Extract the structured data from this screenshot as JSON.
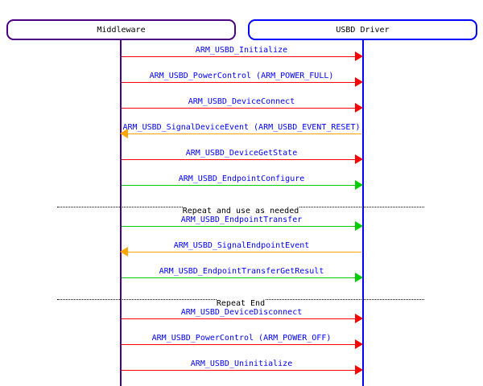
{
  "diagram": {
    "type": "sequence",
    "label_color": "#0000ff",
    "divider_text_color": "#000000",
    "participants": [
      {
        "name": "Middleware",
        "color": "#4b0082"
      },
      {
        "name": "USBD Driver",
        "color": "#0000ff"
      }
    ],
    "messages": [
      {
        "kind": "message",
        "label": "ARM_USBD_Initialize",
        "from": "Middleware",
        "to": "USBD Driver",
        "direction": "right",
        "color": "#ff0000"
      },
      {
        "kind": "message",
        "label": "ARM_USBD_PowerControl (ARM_POWER_FULL)",
        "from": "Middleware",
        "to": "USBD Driver",
        "direction": "right",
        "color": "#ff0000"
      },
      {
        "kind": "message",
        "label": "ARM_USBD_DeviceConnect",
        "from": "Middleware",
        "to": "USBD Driver",
        "direction": "right",
        "color": "#ff0000"
      },
      {
        "kind": "message",
        "label": "ARM_USBD_SignalDeviceEvent (ARM_USBD_EVENT_RESET)",
        "from": "USBD Driver",
        "to": "Middleware",
        "direction": "left",
        "color": "#ffa500"
      },
      {
        "kind": "message",
        "label": "ARM_USBD_DeviceGetState",
        "from": "Middleware",
        "to": "USBD Driver",
        "direction": "right",
        "color": "#ff0000"
      },
      {
        "kind": "message",
        "label": "ARM_USBD_EndpointConfigure",
        "from": "Middleware",
        "to": "USBD Driver",
        "direction": "right",
        "color": "#00cc00"
      },
      {
        "kind": "divider",
        "label": "Repeat and use as needed"
      },
      {
        "kind": "message",
        "label": "ARM_USBD_EndpointTransfer",
        "from": "Middleware",
        "to": "USBD Driver",
        "direction": "right",
        "color": "#00cc00"
      },
      {
        "kind": "message",
        "label": "ARM_USBD_SignalEndpointEvent",
        "from": "USBD Driver",
        "to": "Middleware",
        "direction": "left",
        "color": "#ffa500"
      },
      {
        "kind": "message",
        "label": "ARM_USBD_EndpointTransferGetResult",
        "from": "Middleware",
        "to": "USBD Driver",
        "direction": "right",
        "color": "#00cc00"
      },
      {
        "kind": "divider",
        "label": "Repeat End"
      },
      {
        "kind": "message",
        "label": "ARM_USBD_DeviceDisconnect",
        "from": "Middleware",
        "to": "USBD Driver",
        "direction": "right",
        "color": "#ff0000"
      },
      {
        "kind": "message",
        "label": "ARM_USBD_PowerControl (ARM_POWER_OFF)",
        "from": "Middleware",
        "to": "USBD Driver",
        "direction": "right",
        "color": "#ff0000"
      },
      {
        "kind": "message",
        "label": "ARM_USBD_Uninitialize",
        "from": "Middleware",
        "to": "USBD Driver",
        "direction": "right",
        "color": "#ff0000"
      }
    ]
  }
}
